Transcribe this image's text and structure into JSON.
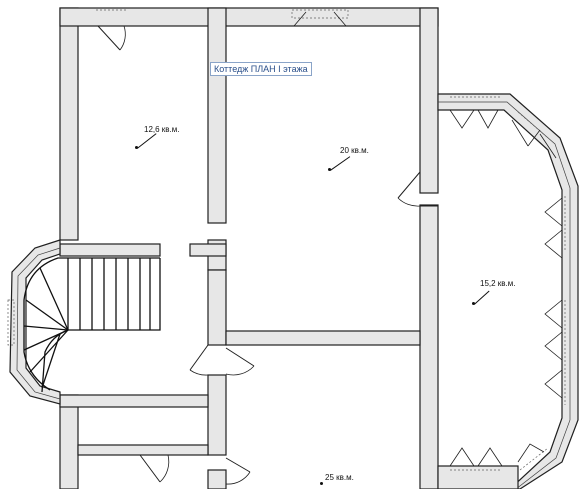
{
  "plan": {
    "title": "Коттедж ПЛАН I этажа",
    "rooms": [
      {
        "id": "room-top-left",
        "area": "12,6 кв.м."
      },
      {
        "id": "room-top-middle",
        "area": "20 кв.м."
      },
      {
        "id": "room-bay-right",
        "area": "15,2 кв.м."
      },
      {
        "id": "room-bottom-middle",
        "area": "25 кв.м."
      }
    ]
  }
}
